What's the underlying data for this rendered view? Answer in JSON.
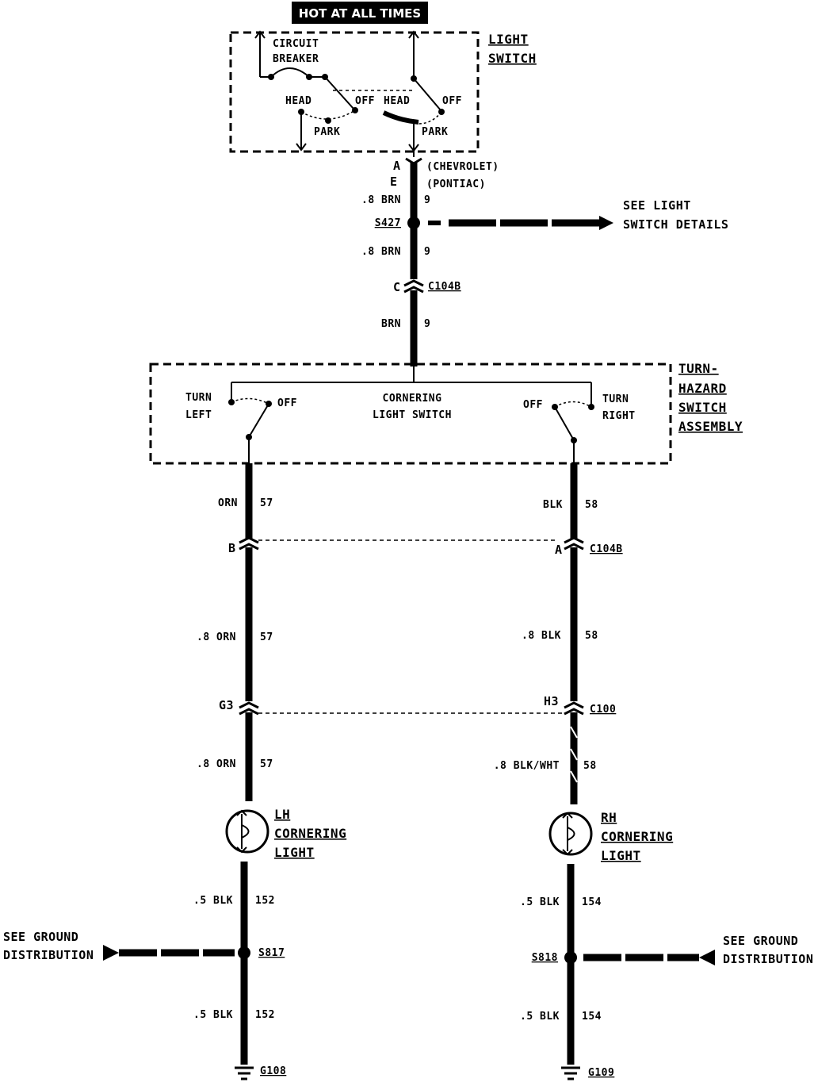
{
  "header": {
    "hot_label": "HOT AT ALL TIMES"
  },
  "light_switch": {
    "title_line1": "LIGHT",
    "title_line2": "SWITCH",
    "cb_line1": "CIRCUIT",
    "cb_line2": "BREAKER",
    "head_left": "HEAD",
    "off_left": "OFF",
    "park_left": "PARK",
    "head_right": "HEAD",
    "off_right": "OFF",
    "park_right": "PARK"
  },
  "feed": {
    "pin_a": "A",
    "pin_a_note": "(CHEVROLET)",
    "pin_e": "E",
    "pin_e_note": "(PONTIAC)",
    "wire1_label": ".8 BRN",
    "wire1_circuit": "9",
    "splice": "S427",
    "see_light_line1": "SEE LIGHT",
    "see_light_line2": "SWITCH DETAILS",
    "wire2_label": ".8 BRN",
    "wire2_circuit": "9",
    "conn_pin": "C",
    "conn_name": "C104B",
    "wire3_label": "BRN",
    "wire3_circuit": "9"
  },
  "turn_switch": {
    "title_line1": "TURN-",
    "title_line2": "HAZARD",
    "title_line3": "SWITCH",
    "title_line4": "ASSEMBLY",
    "turn_left_1": "TURN",
    "turn_left_2": "LEFT",
    "off_left": "OFF",
    "center_1": "CORNERING",
    "center_2": "LIGHT SWITCH",
    "off_right": "OFF",
    "turn_right_1": "TURN",
    "turn_right_2": "RIGHT"
  },
  "left": {
    "w1_label": "ORN",
    "w1_circuit": "57",
    "c1_pin": "B",
    "w2_label": ".8 ORN",
    "w2_circuit": "57",
    "c2_pin": "G3",
    "w3_label": ".8 ORN",
    "w3_circuit": "57",
    "lamp_1": "LH",
    "lamp_2": "CORNERING",
    "lamp_3": "LIGHT",
    "w4_label": ".5 BLK",
    "w4_circuit": "152",
    "splice": "S817",
    "see_ground_1": "SEE GROUND",
    "see_ground_2": "DISTRIBUTION",
    "w5_label": ".5 BLK",
    "w5_circuit": "152",
    "ground": "G108"
  },
  "right": {
    "w1_label": "BLK",
    "w1_circuit": "58",
    "c1_pin": "A",
    "c1_name": "C104B",
    "w2_label": ".8 BLK",
    "w2_circuit": "58",
    "c2_pin": "H3",
    "c2_name": "C100",
    "w3_label": ".8 BLK/WHT",
    "w3_circuit": "58",
    "lamp_1": "RH",
    "lamp_2": "CORNERING",
    "lamp_3": "LIGHT",
    "w4_label": ".5 BLK",
    "w4_circuit": "154",
    "splice": "S818",
    "see_ground_1": "SEE GROUND",
    "see_ground_2": "DISTRIBUTION",
    "w5_label": ".5 BLK",
    "w5_circuit": "154",
    "ground": "G109"
  }
}
